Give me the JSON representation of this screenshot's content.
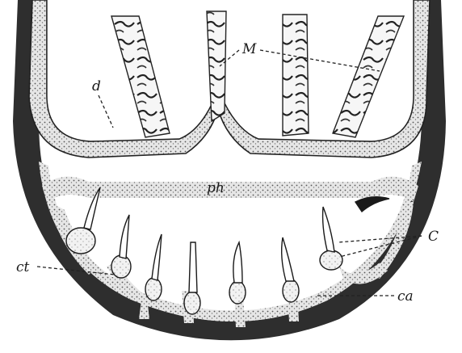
{
  "labels": {
    "M": "M",
    "d": "d",
    "ph": "ph",
    "C": "C",
    "ct": "ct",
    "ca": "ca"
  },
  "colors": {
    "wall": "#2e2e2e",
    "stipple": "#dcdcdc",
    "background": "#ffffff"
  }
}
